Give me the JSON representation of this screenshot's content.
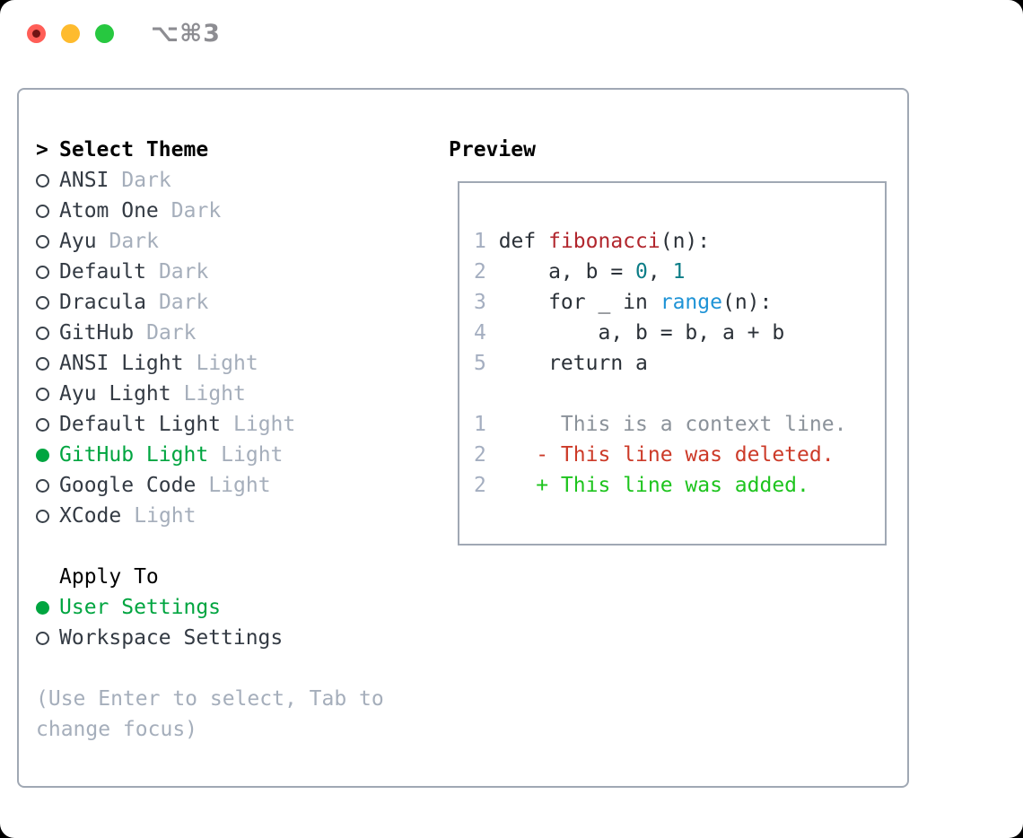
{
  "titlebar": {
    "title": "⌥⌘3"
  },
  "panel": {
    "theme_section": {
      "header_prefix": ">",
      "header": "Select Theme",
      "themes": [
        {
          "name": "ANSI",
          "tag": "Dark",
          "selected": false
        },
        {
          "name": "Atom One",
          "tag": "Dark",
          "selected": false
        },
        {
          "name": "Ayu",
          "tag": "Dark",
          "selected": false
        },
        {
          "name": "Default",
          "tag": "Dark",
          "selected": false
        },
        {
          "name": "Dracula",
          "tag": "Dark",
          "selected": false
        },
        {
          "name": "GitHub",
          "tag": "Dark",
          "selected": false
        },
        {
          "name": "ANSI Light",
          "tag": "Light",
          "selected": false
        },
        {
          "name": "Ayu Light",
          "tag": "Light",
          "selected": false
        },
        {
          "name": "Default Light",
          "tag": "Light",
          "selected": false
        },
        {
          "name": "GitHub Light",
          "tag": "Light",
          "selected": true
        },
        {
          "name": "Google Code",
          "tag": "Light",
          "selected": false
        },
        {
          "name": "XCode",
          "tag": "Light",
          "selected": false
        }
      ]
    },
    "apply_section": {
      "header": "Apply To",
      "options": [
        {
          "name": "User Settings",
          "selected": true
        },
        {
          "name": "Workspace Settings",
          "selected": false
        }
      ]
    },
    "help_text": "(Use Enter to select, Tab to change focus)"
  },
  "preview": {
    "header": "Preview",
    "lines": [
      {
        "num": "1",
        "segments": [
          {
            "t": " def ",
            "c": "code"
          },
          {
            "t": "fibonacci",
            "c": "func"
          },
          {
            "t": "(n):",
            "c": "code"
          }
        ]
      },
      {
        "num": "2",
        "segments": [
          {
            "t": "     a, b = ",
            "c": "code"
          },
          {
            "t": "0",
            "c": "num"
          },
          {
            "t": ", ",
            "c": "code"
          },
          {
            "t": "1",
            "c": "num"
          }
        ]
      },
      {
        "num": "3",
        "segments": [
          {
            "t": "     for _ in ",
            "c": "code"
          },
          {
            "t": "range",
            "c": "builtin"
          },
          {
            "t": "(n):",
            "c": "code"
          }
        ]
      },
      {
        "num": "4",
        "segments": [
          {
            "t": "         a, b = b, a + b",
            "c": "code"
          }
        ]
      },
      {
        "num": "5",
        "segments": [
          {
            "t": "     return a",
            "c": "code"
          }
        ]
      },
      {
        "num": "",
        "segments": []
      },
      {
        "num": "1",
        "segments": [
          {
            "t": "      This is a context line.",
            "c": "context"
          }
        ]
      },
      {
        "num": "2",
        "segments": [
          {
            "t": "    - This line was deleted.",
            "c": "deleted"
          }
        ]
      },
      {
        "num": "2",
        "segments": [
          {
            "t": "    + This line was added.",
            "c": "added"
          }
        ]
      }
    ]
  },
  "colors": {
    "ui_selected_green": "#00a540",
    "item_text": "#333a43",
    "muted_tag": "#a5aebb",
    "panel_border": "#a0a8b4",
    "titlebar_text": "#8d8d92",
    "traffic_red": "#ff5e57",
    "traffic_yellow": "#febb2e",
    "traffic_green": "#27c840",
    "code_default": "#2b3138",
    "code_function_red": "#b1262d",
    "code_builtin_blue": "#1e93d6",
    "code_number_teal": "#0c7d87",
    "diff_context_gray": "#8b929a",
    "diff_deleted_red": "#cc3a28",
    "diff_added_green": "#1ec41e",
    "line_number_gray": "#a4aec0"
  }
}
